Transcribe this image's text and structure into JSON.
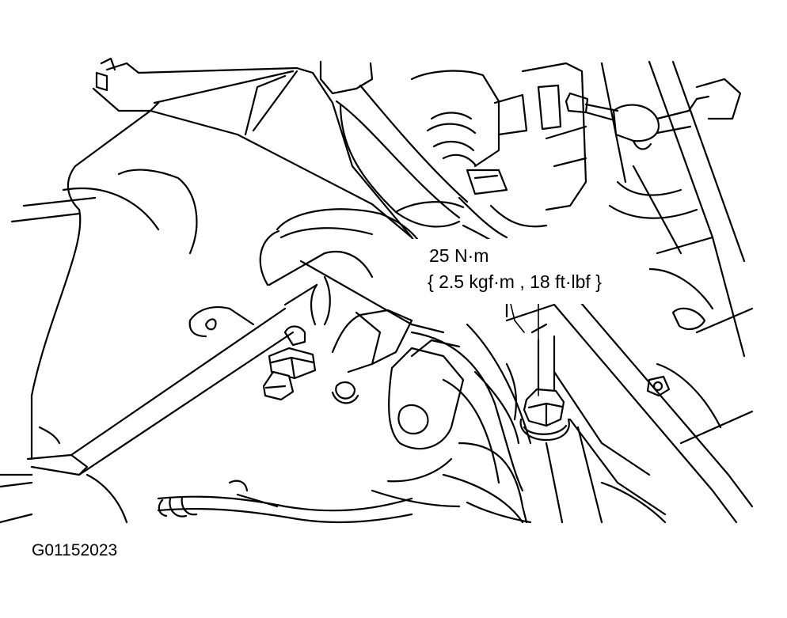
{
  "callout": {
    "torque_primary": "25 N·m",
    "torque_secondary": "{ 2.5 kgf·m , 18 ft·lbf }"
  },
  "figure": {
    "id": "G01152023"
  },
  "colors": {
    "ink": "#000000",
    "background": "#ffffff"
  }
}
